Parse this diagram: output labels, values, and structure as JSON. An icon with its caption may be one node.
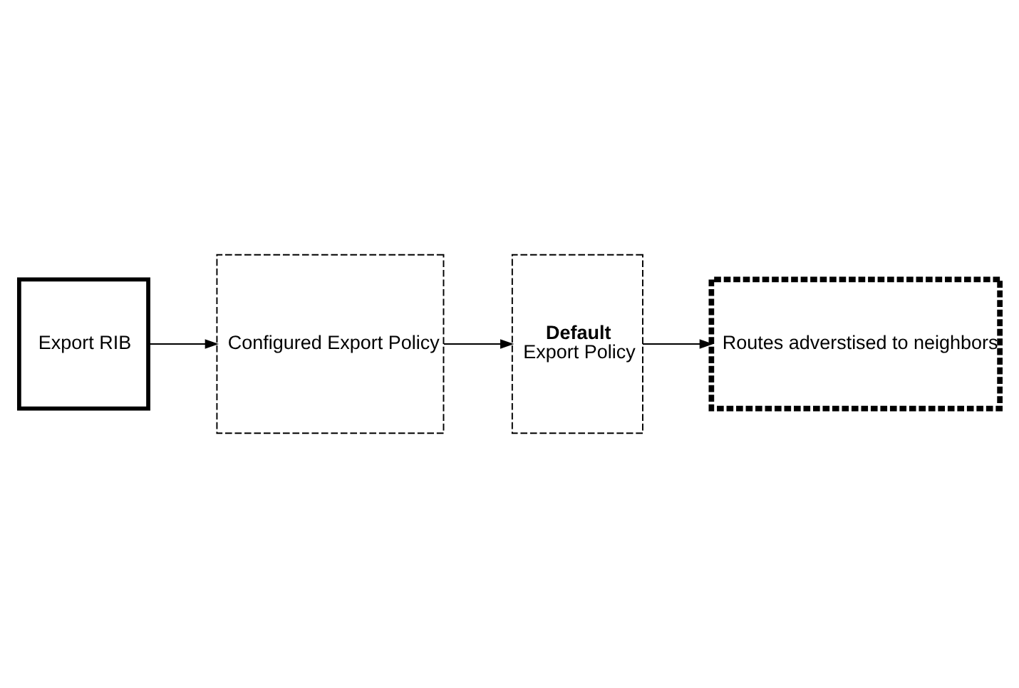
{
  "diagram": {
    "nodes": [
      {
        "text": [
          "Export RIB"
        ]
      },
      {
        "text": [
          "Configured Export Policy"
        ]
      },
      {
        "text": [
          "Default",
          "Export Policy"
        ]
      },
      {
        "text": [
          "Routes adverstised to neighbors"
        ]
      }
    ],
    "edges": [
      {
        "from": 0,
        "to": 1,
        "arrow": "to"
      },
      {
        "from": 1,
        "to": 2,
        "arrow": "to"
      },
      {
        "from": 2,
        "to": 3,
        "arrow": "to"
      }
    ]
  }
}
